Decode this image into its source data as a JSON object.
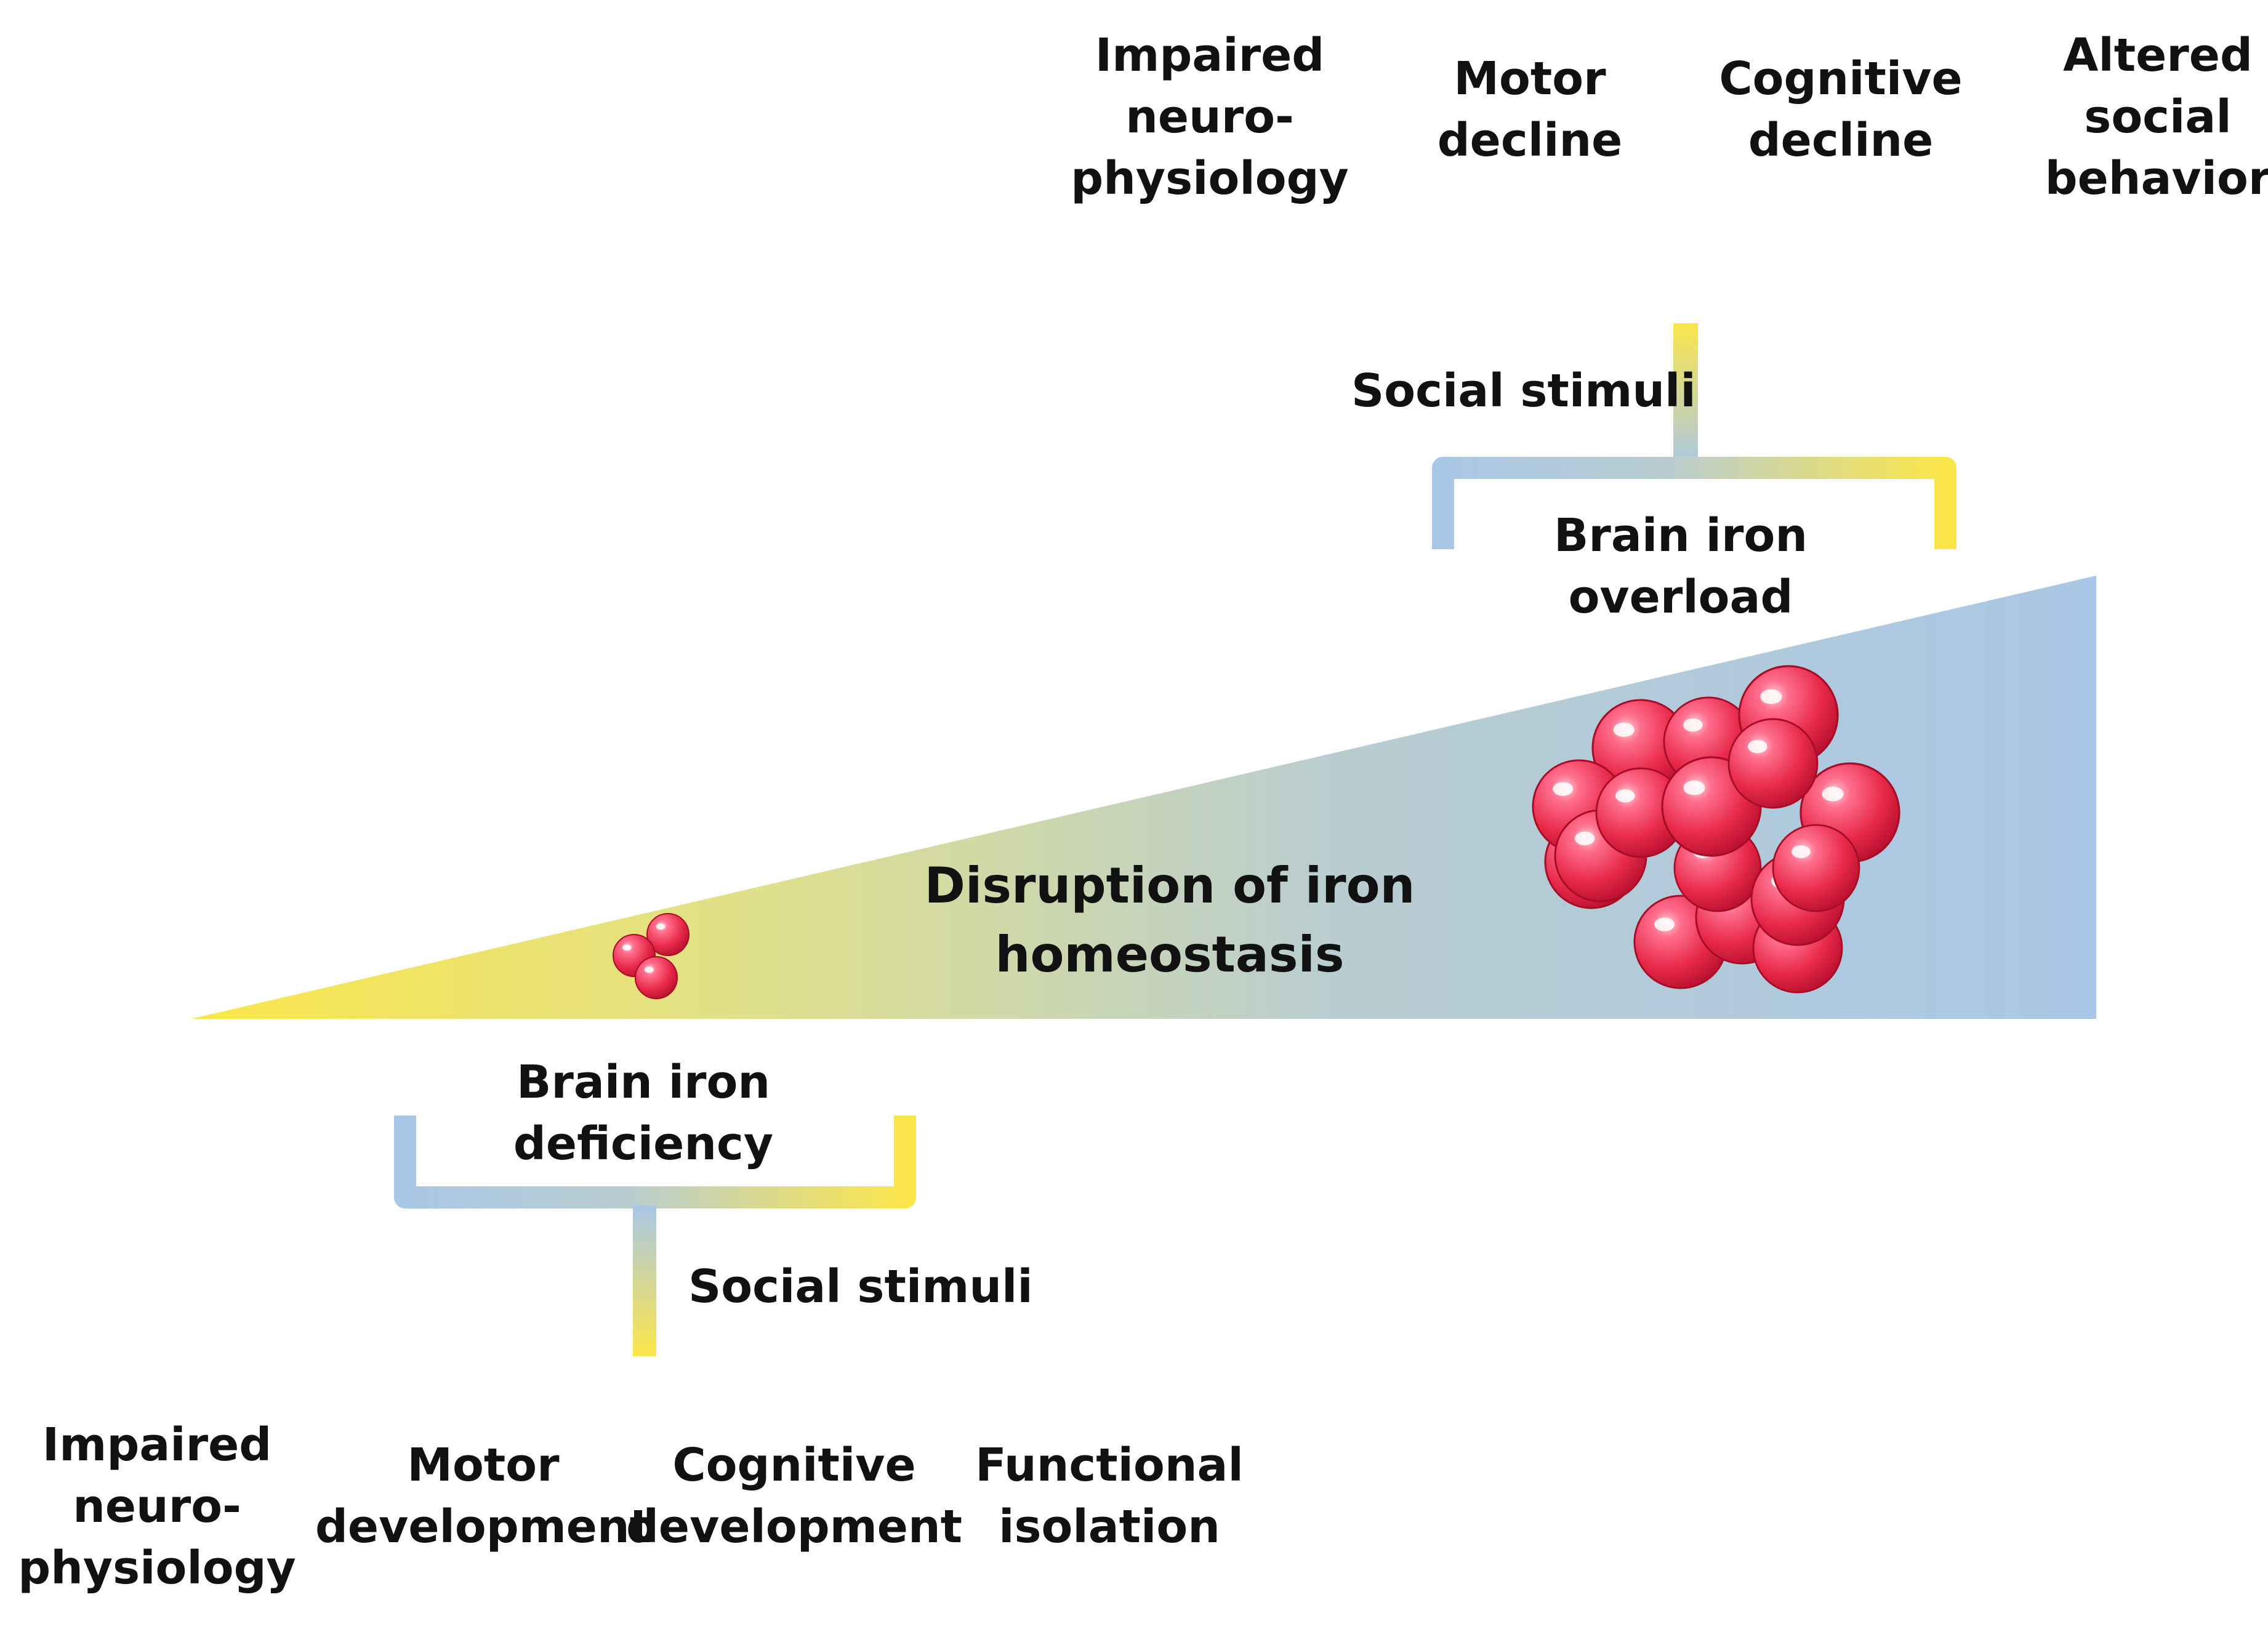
{
  "title": "",
  "colors": {
    "yellow": "#fbe64a",
    "blue": "#a9c7e6",
    "iron_red": "#e8294a",
    "text": "#111111"
  },
  "wedge": {
    "lines": [
      "Disruption of iron",
      "homeostasis"
    ]
  },
  "deficiency": {
    "label_lines": [
      "Brain iron",
      "deficiency"
    ],
    "stimulus": "Social stimuli",
    "outcomes": [
      {
        "lines": [
          "Impaired",
          "neuro-",
          "physiology"
        ]
      },
      {
        "lines": [
          "Motor",
          "development"
        ]
      },
      {
        "lines": [
          "Cognitive",
          "development"
        ]
      },
      {
        "lines": [
          "Functional",
          "isolation"
        ]
      }
    ]
  },
  "overload": {
    "label_lines": [
      "Brain iron",
      "overload"
    ],
    "stimulus": "Social stimuli",
    "outcomes": [
      {
        "lines": [
          "Impaired",
          "neuro-",
          "physiology"
        ]
      },
      {
        "lines": [
          "Motor",
          "decline"
        ]
      },
      {
        "lines": [
          "Cognitive",
          "decline"
        ]
      },
      {
        "lines": [
          "Altered",
          "social",
          "behavior"
        ]
      }
    ]
  },
  "icons": {
    "small_cluster": "iron-particles-small-icon",
    "large_cluster": "iron-particles-large-icon"
  }
}
